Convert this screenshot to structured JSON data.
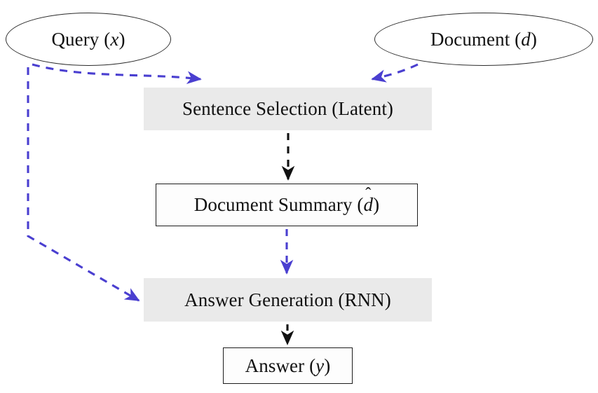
{
  "diagram": {
    "type": "flowchart",
    "title": "",
    "background_color": "#ffffff",
    "colors": {
      "node_fill_gray": "#eaeaea",
      "node_fill_white": "#fdfdfd",
      "node_stroke": "#1d1d1d",
      "arrow_blue": "#4a3fd0",
      "arrow_black": "#111111",
      "text": "#111111"
    },
    "nodes": [
      {
        "id": "query",
        "shape": "ellipse",
        "text": "Query (x)",
        "text_main": "Query (",
        "text_symbol": "x",
        "text_tail": ")",
        "fill": "#ffffff",
        "stroke": "#2b2b2b"
      },
      {
        "id": "document",
        "shape": "ellipse",
        "text": "Document (d)",
        "text_main": "Document (",
        "text_symbol": "d",
        "text_tail": ")",
        "fill": "#ffffff",
        "stroke": "#2b2b2b"
      },
      {
        "id": "sentence_selection",
        "shape": "rectangle",
        "text": "Sentence Selection (Latent)",
        "fill": "#eaeaea",
        "stroke": "none"
      },
      {
        "id": "document_summary",
        "shape": "rectangle",
        "text": "Document Summary (d̂)",
        "text_main": "Document Summary (",
        "text_symbol": "d",
        "text_accent": "ˆ",
        "text_tail": ")",
        "fill": "#fdfdfd",
        "stroke": "#1d1d1d"
      },
      {
        "id": "answer_generation",
        "shape": "rectangle",
        "text": "Answer Generation (RNN)",
        "fill": "#eaeaea",
        "stroke": "none"
      },
      {
        "id": "answer",
        "shape": "rectangle",
        "text": "Answer (y)",
        "text_main": "Answer (",
        "text_symbol": "y",
        "text_tail": ")",
        "fill": "#fdfdfd",
        "stroke": "#1d1d1d"
      }
    ],
    "edges": [
      {
        "id": "query-to-sentence",
        "from": "query",
        "to": "sentence_selection",
        "style": "dashed",
        "color": "#4a3fd0",
        "label": ""
      },
      {
        "id": "document-to-sentence",
        "from": "document",
        "to": "sentence_selection",
        "style": "dashed",
        "color": "#4a3fd0",
        "label": ""
      },
      {
        "id": "sentence-to-summary",
        "from": "sentence_selection",
        "to": "document_summary",
        "style": "dashed",
        "color": "#111111",
        "label": ""
      },
      {
        "id": "summary-to-answergen",
        "from": "document_summary",
        "to": "answer_generation",
        "style": "dashed",
        "color": "#4a3fd0",
        "label": ""
      },
      {
        "id": "query-to-answergen",
        "from": "query",
        "to": "answer_generation",
        "style": "dashed",
        "color": "#4a3fd0",
        "label": ""
      },
      {
        "id": "answergen-to-answer",
        "from": "answer_generation",
        "to": "answer",
        "style": "dashed",
        "color": "#111111",
        "label": ""
      }
    ]
  }
}
